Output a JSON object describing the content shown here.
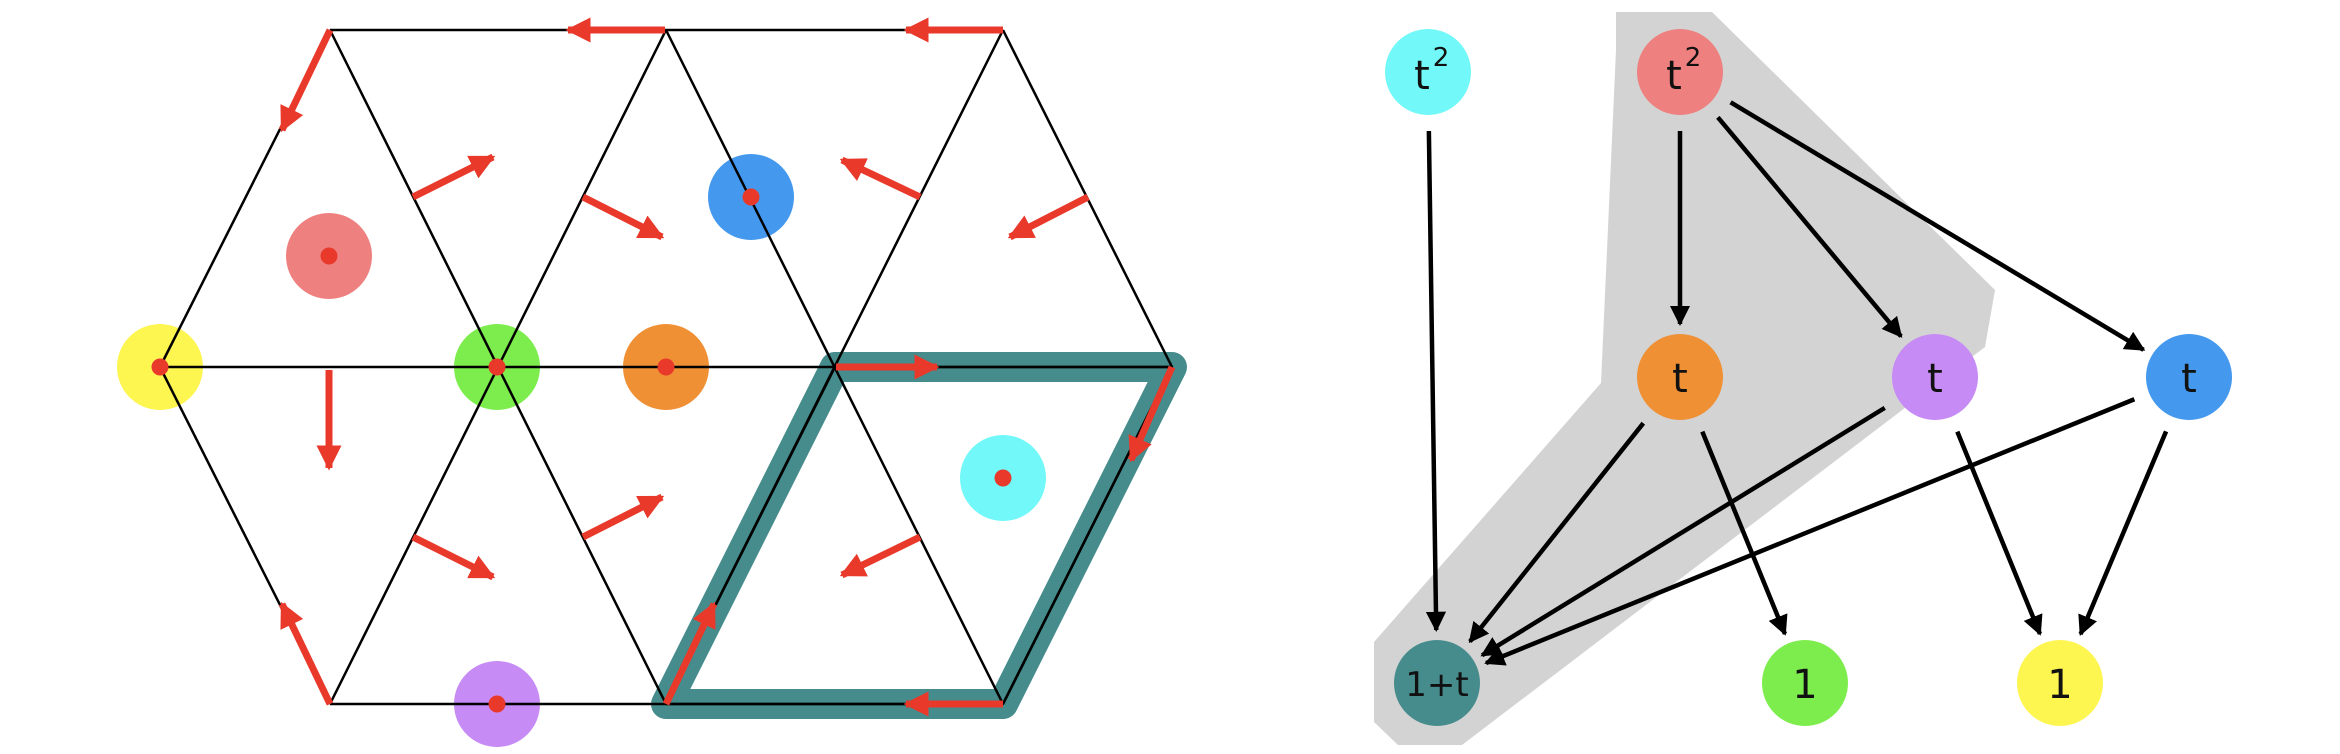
{
  "colors": {
    "line": "#000000",
    "arrow": "#e8392b",
    "highlight_border": "#468c8c",
    "highlight_region": "#d3d3d3",
    "pink": "#ef8080",
    "blue": "#4499ee",
    "yellow": "#fdf550",
    "green": "#7ded4d",
    "orange": "#ef9035",
    "cyan": "#72f8f8",
    "purple": "#c68bf5",
    "teal": "#468c8c",
    "center_dot": "#e8392b"
  },
  "left_diagram": {
    "lattice_markers": [
      "pink",
      "blue",
      "yellow",
      "green",
      "orange",
      "cyan",
      "purple"
    ]
  },
  "right_diagram": {
    "nodes": {
      "cyan_t2": {
        "base": "t",
        "sup": "2",
        "color": "cyan"
      },
      "pink_t2": {
        "base": "t",
        "sup": "2",
        "color": "pink"
      },
      "orange_t": {
        "label": "t",
        "color": "orange"
      },
      "purple_t": {
        "label": "t",
        "color": "purple"
      },
      "blue_t": {
        "label": "t",
        "color": "blue"
      },
      "teal_1pt": {
        "label": "1+t",
        "color": "teal"
      },
      "green_1": {
        "label": "1",
        "color": "green"
      },
      "yellow_1": {
        "label": "1",
        "color": "yellow"
      }
    },
    "edges": [
      [
        "cyan_t2",
        "teal_1pt"
      ],
      [
        "pink_t2",
        "orange_t"
      ],
      [
        "pink_t2",
        "purple_t"
      ],
      [
        "pink_t2",
        "blue_t"
      ],
      [
        "orange_t",
        "teal_1pt"
      ],
      [
        "orange_t",
        "green_1"
      ],
      [
        "purple_t",
        "teal_1pt"
      ],
      [
        "purple_t",
        "yellow_1"
      ],
      [
        "blue_t",
        "teal_1pt"
      ],
      [
        "blue_t",
        "yellow_1"
      ]
    ]
  }
}
